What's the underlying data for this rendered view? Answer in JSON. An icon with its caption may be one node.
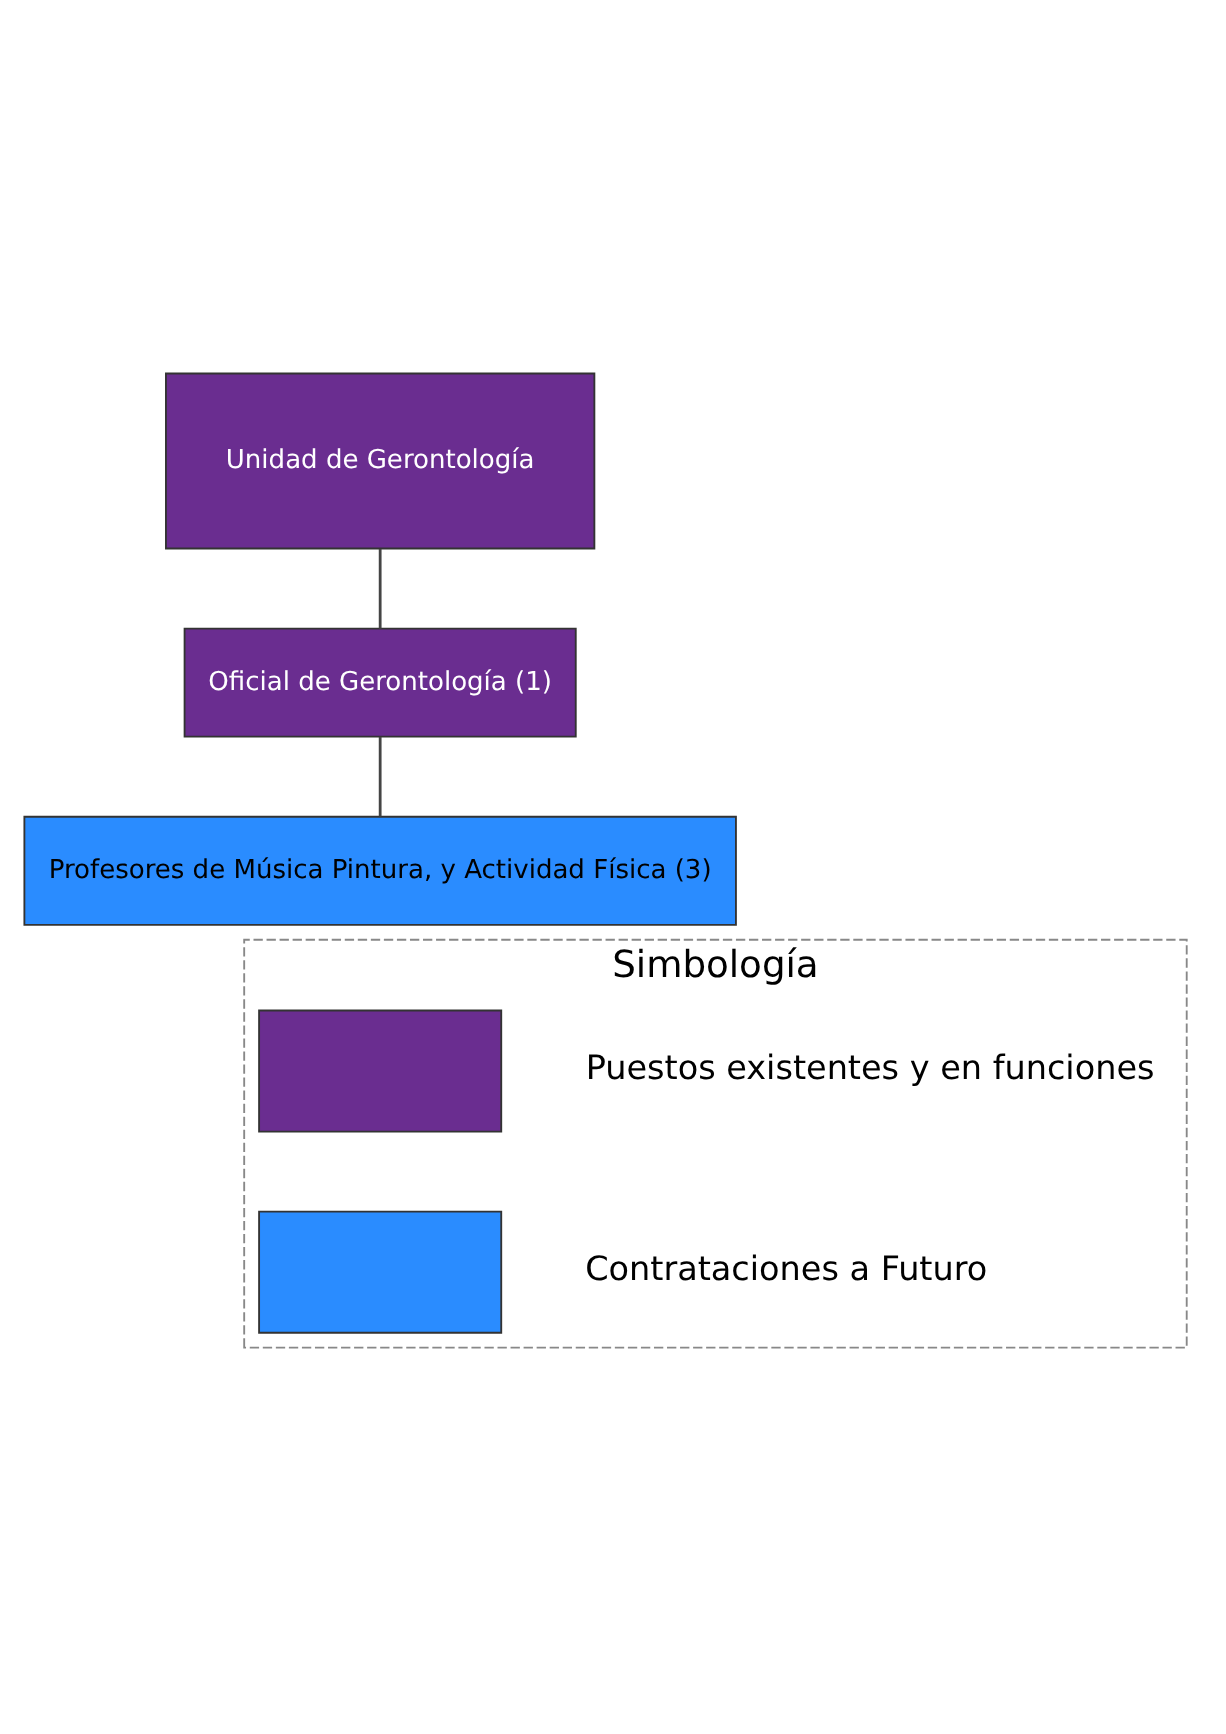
{
  "diagram": {
    "nodes": [
      {
        "text": [
          "Unidad de Gerontología"
        ]
      },
      {
        "text": [
          "Oficial de Gerontología (1)"
        ]
      },
      {
        "text": [
          "Profesores de Música Pintura, y Actividad Física (3)"
        ]
      },
      {
        "text": [
          "Simbología"
        ]
      },
      {
        "text": [],
        "shape": "box",
        "in": 3
      },
      {
        "text": [],
        "shape": "box",
        "in": 3
      }
    ],
    "edges": [
      {
        "from": 0,
        "to": 1,
        "arrow": "none"
      },
      {
        "from": 1,
        "to": 2,
        "arrow": "none"
      }
    ],
    "legend": [
      {
        "text": "Puestos existentes y en funciones",
        "color": "#6a2d90"
      },
      {
        "text": "Contrataciones a Futuro",
        "color": "#2a8cff"
      }
    ]
  }
}
